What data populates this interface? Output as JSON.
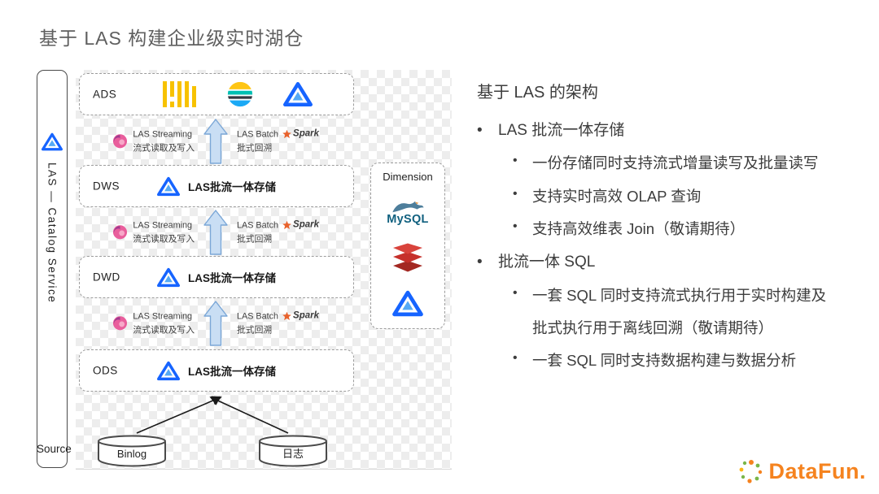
{
  "title": "基于 LAS 构建企业级实时湖仓",
  "diagram": {
    "catalog": {
      "label": "LAS — Catalog Service"
    },
    "layers": {
      "ads": "ADS",
      "dws": "DWS",
      "dwd": "DWD",
      "ods": "ODS",
      "storage_label": "LAS批流一体存储"
    },
    "flow": {
      "streaming_title": "LAS Streaming",
      "streaming_sub": "流式读取及写入",
      "batch_title": "LAS Batch",
      "batch_sub": "批式回溯",
      "spark_label": "Spark"
    },
    "dimension": {
      "label": "Dimension",
      "mysql_label": "MySQL"
    },
    "source": {
      "label": "Source",
      "binlog": "Binlog",
      "log": "日志"
    }
  },
  "notes": {
    "heading": "基于 LAS 的架构",
    "bullets": [
      {
        "level": 1,
        "text": "LAS 批流一体存储"
      },
      {
        "level": 2,
        "text": "一份存储同时支持流式增量读写及批量读写"
      },
      {
        "level": 2,
        "text": "支持实时高效 OLAP 查询"
      },
      {
        "level": 2,
        "text": "支持高效维表 Join（敬请期待）"
      },
      {
        "level": 1,
        "text": "批流一体 SQL"
      },
      {
        "level": 2,
        "text": "一套 SQL 同时支持流式执行用于实时构建及批式执行用于离线回溯（敬请期待）"
      },
      {
        "level": 2,
        "text": "一套 SQL 同时支持数据构建与数据分析"
      }
    ]
  },
  "footer": {
    "brand": "DataFun."
  },
  "colors": {
    "las_blue": "#1664FF",
    "arrow_fill": "#C9DEF4",
    "arrow_stroke": "#7BA7D7",
    "clickhouse_yellow": "#F7C200",
    "elastic_yellow": "#FEC514",
    "elastic_teal": "#00BFB3",
    "elastic_blue": "#1BA9F5",
    "redis_red": "#C6302B",
    "datafun_orange": "#F5831F",
    "title_gray": "#5F5F5F"
  }
}
